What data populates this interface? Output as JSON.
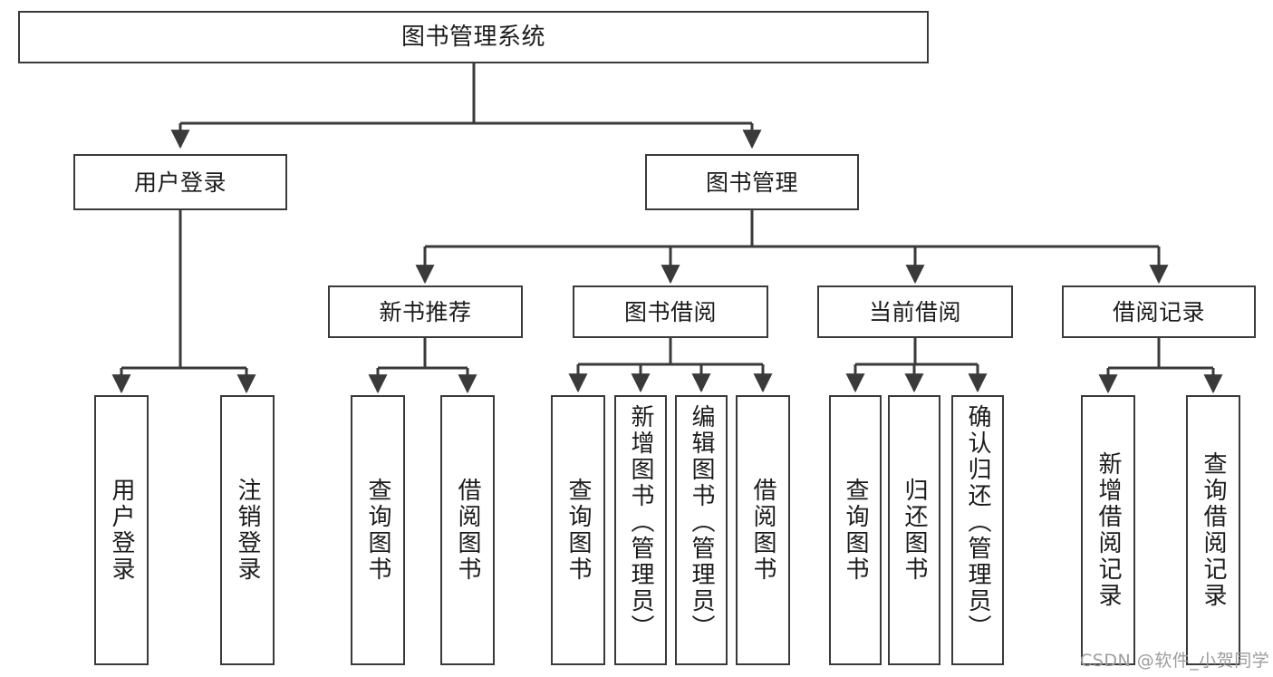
{
  "diagram": {
    "title": "图书管理系统",
    "type": "tree-hierarchy-chart",
    "watermark": "CSDN @软件_小贺同学",
    "colors": {
      "stroke": "#3a3a3a",
      "fill": "#ffffff",
      "text": "#1b1b1b",
      "watermark": "#9d9d9d"
    },
    "nodes": {
      "root": {
        "label": "图书管理系统"
      },
      "level2": [
        {
          "label": "用户登录"
        },
        {
          "label": "图书管理"
        }
      ],
      "level3": [
        {
          "label": "新书推荐"
        },
        {
          "label": "图书借阅"
        },
        {
          "label": "当前借阅"
        },
        {
          "label": "借阅记录"
        }
      ],
      "leaves": {
        "user_login": [
          {
            "label": "用户登录"
          },
          {
            "label": "注销登录"
          }
        ],
        "new_book_recommend": [
          {
            "label": "查询图书"
          },
          {
            "label": "借阅图书"
          }
        ],
        "book_borrow": [
          {
            "label": "查询图书"
          },
          {
            "label": "新增图书（管理员）"
          },
          {
            "label": "编辑图书（管理员）"
          },
          {
            "label": "借阅图书"
          }
        ],
        "current_borrow": [
          {
            "label": "查询图书"
          },
          {
            "label": "归还图书"
          },
          {
            "label": "确认归还（管理员）"
          }
        ],
        "borrow_records": [
          {
            "label": "新增借阅记录"
          },
          {
            "label": "查询借阅记录"
          }
        ]
      }
    }
  }
}
